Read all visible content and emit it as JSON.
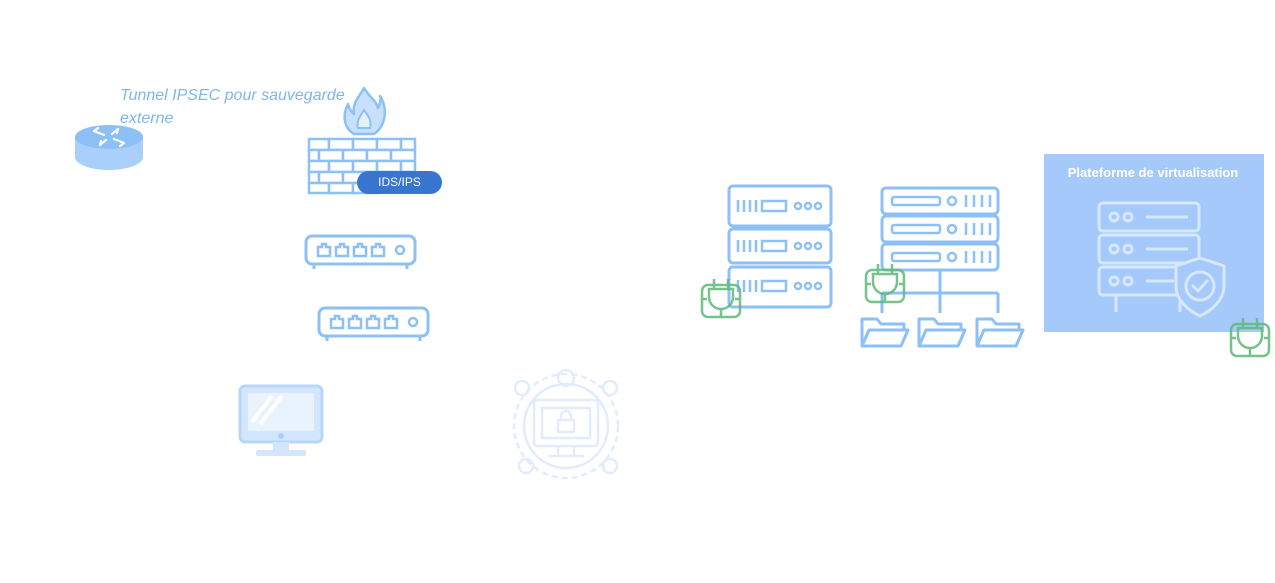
{
  "labels": {
    "tunnel": "Tunnel IPSEC pour sauvegarde externe",
    "ids_ips": "IDS/IPS",
    "virtualization_platform": "Plateforme de virtualisation"
  },
  "colors": {
    "icon_blue": "#8cc0f7",
    "icon_dark_blue": "#3775cf",
    "plug_green": "#5fb878",
    "virt_bg": "#a6c9fb"
  },
  "icons": [
    "router-icon",
    "firewall-icon",
    "fire-icon",
    "switch-icon",
    "workstation-icon",
    "security-monitor-icon",
    "server-rack-icon",
    "file-server-icon",
    "folder-icon",
    "secure-server-icon",
    "power-plug-icon"
  ]
}
